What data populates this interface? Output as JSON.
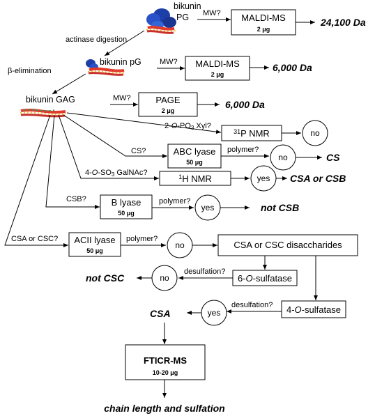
{
  "molecules": {
    "pg_label_1": "bikunin",
    "pg_label_2": "PG",
    "pg2_label_1": "bikunin pG",
    "gag_label": "bikunin GAG"
  },
  "steps": {
    "actinase": "actinase digestion",
    "beta_elim": "β-elimination"
  },
  "questions": {
    "mw": "MW?",
    "phosphate": "2-O-PO3 Xyl?",
    "cs": "CS?",
    "galnac": "4-O-SO3 GalNAc?",
    "csb": "CSB?",
    "csa_csc": "CSA or CSC?",
    "polymer": "polymer?",
    "desulfation": "desulfation?"
  },
  "boxes": {
    "maldi": "MALDI-MS",
    "page": "PAGE",
    "p31": "31P NMR",
    "abc": "ABC lyase",
    "h1": "1H NMR",
    "b_lyase": "B lyase",
    "acii": "ACII lyase",
    "disacc": "CSA or CSC disaccharides",
    "six_o": "6-O-sulfatase",
    "four_o": "4-O-sulfatase",
    "fticr": "FTICR-MS"
  },
  "amounts": {
    "two_ug": "2 μg",
    "fifty_ug": "50 μg",
    "fticr": "10-20 μg"
  },
  "circles": {
    "no": "no",
    "yes": "yes"
  },
  "results": {
    "mw_pg": "24,100 Da",
    "mw_pg2": "6,000 Da",
    "mw_gag": "6,000 Da",
    "cs": "CS",
    "csa_or_csb": "CSA or CSB",
    "not_csb": "not CSB",
    "not_csc": "not CSC",
    "csa": "CSA",
    "final": "chain length and sulfation"
  }
}
